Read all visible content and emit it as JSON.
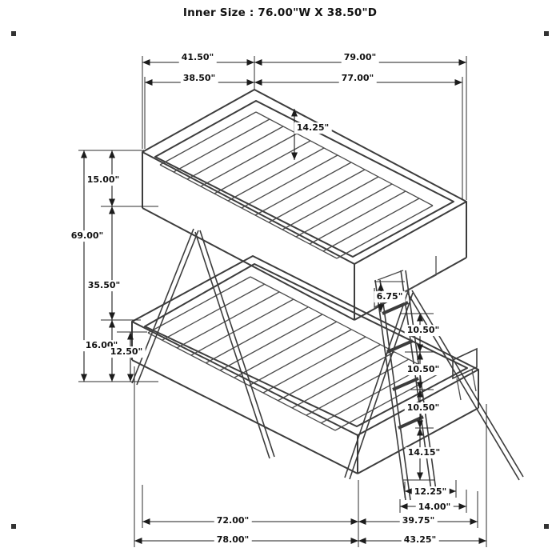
{
  "title": "Inner Size : 76.00\"W X 38.50\"D",
  "dims": {
    "top_outer_depth": "41.50\"",
    "top_outer_length": "79.00\"",
    "top_inner_depth": "38.50\"",
    "top_inner_length": "77.00\"",
    "top_rail_inner_height": "14.25\"",
    "top_rail_height": "15.00\"",
    "overall_height": "69.00\"",
    "bunk_clearance": "35.50\"",
    "lower_bed_height": "16.00\"",
    "lower_rail_height": "12.50\"",
    "ladder_top_offset": "6.75\"",
    "ladder_step_1": "10.50\"",
    "ladder_step_2": "10.50\"",
    "ladder_step_3": "10.50\"",
    "ladder_bottom_step": "14.15\"",
    "ladder_foot_depth": "12.25\"",
    "ladder_foot_outer": "14.00\"",
    "lower_inner_length": "72.00\"",
    "lower_outer_length": "78.00\"",
    "lower_inner_depth": "39.75\"",
    "lower_outer_depth": "43.25\""
  }
}
